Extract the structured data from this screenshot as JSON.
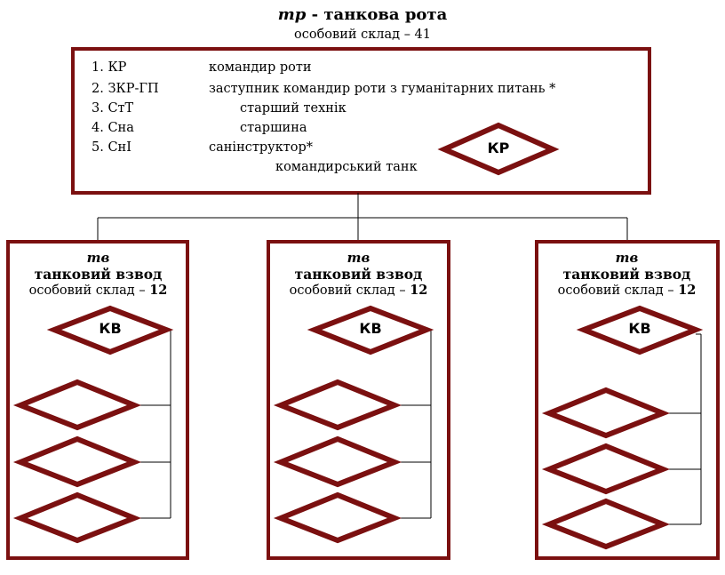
{
  "header": {
    "abbr": "тр",
    "separator": " - ",
    "title": "танкова рота",
    "staff": "особовий склад – 41"
  },
  "company_box": {
    "roster": [
      {
        "num": "1. КР",
        "role": "командир роти"
      },
      {
        "num": "2. ЗКР-ГП",
        "role": "заступник командир роти з гуманітарних питань *"
      },
      {
        "num": "3. СтТ",
        "role": "старший технік"
      },
      {
        "num": "4. Сна",
        "role": "старшина"
      },
      {
        "num": "5. СнІ",
        "role": "санінструктор*"
      }
    ],
    "commander_tank_label": "КР",
    "commander_tank_caption": "командирський танк"
  },
  "platoons": [
    {
      "abbr": "тв",
      "name": "танковий взвод",
      "staff_label": "особовий склад – ",
      "staff_count": "12",
      "commander_label": "КВ"
    },
    {
      "abbr": "тв",
      "name": "танковий взвод",
      "staff_label": "особовий склад – ",
      "staff_count": "12",
      "commander_label": "КВ"
    },
    {
      "abbr": "тв",
      "name": "танковий взвод",
      "staff_label": "особовий склад – ",
      "staff_count": "12",
      "commander_label": "КВ"
    }
  ],
  "colors": {
    "box_border": "#7b1010",
    "diamond_stroke": "#7b1010",
    "connector": "#000000"
  }
}
